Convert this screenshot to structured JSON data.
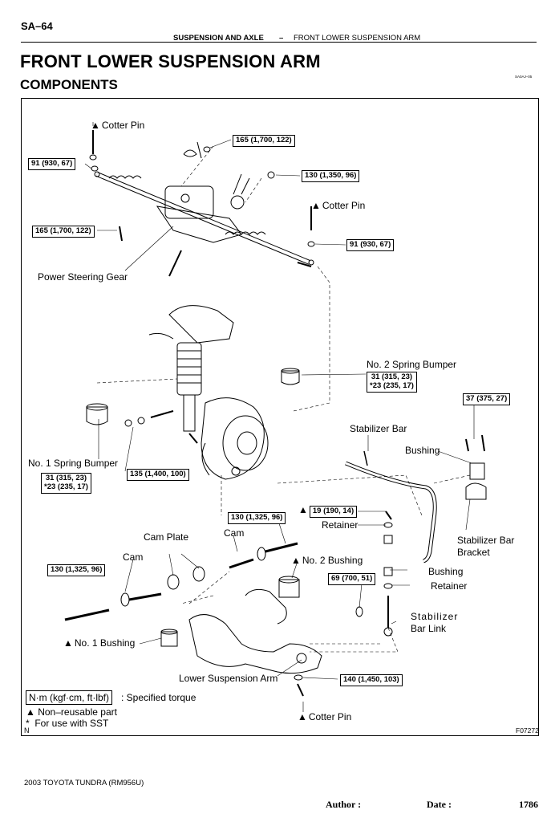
{
  "header": {
    "page_code": "SA–64",
    "section": "SUSPENSION AND AXLE",
    "separator": "–",
    "subsection": "FRONT LOWER SUSPENSION ARM"
  },
  "title": "FRONT LOWER SUSPENSION ARM",
  "subtitle": "COMPONENTS",
  "figure_ref_top": "SA0AJ–05",
  "labels": {
    "cotter_pin_1": "Cotter Pin",
    "cotter_pin_2": "Cotter Pin",
    "cotter_pin_3": "Cotter Pin",
    "power_steering_gear": "Power Steering Gear",
    "no2_spring_bumper": "No. 2 Spring Bumper",
    "no1_spring_bumper": "No. 1 Spring Bumper",
    "stabilizer_bar": "Stabilizer Bar",
    "bushing_top": "Bushing",
    "stabilizer_bar_bracket_1": "Stabilizer Bar",
    "stabilizer_bar_bracket_2": "Bracket",
    "retainer_1": "Retainer",
    "retainer_2": "Retainer",
    "bushing_mid": "Bushing",
    "stabilizer_bar_link_1": "Stabilizer",
    "stabilizer_bar_link_2": "Bar Link",
    "cam_plate": "Cam Plate",
    "cam_1": "Cam",
    "cam_2": "Cam",
    "no2_bushing": "No. 2 Bushing",
    "no1_bushing": "No. 1 Bushing",
    "lower_suspension_arm": "Lower Suspension Arm"
  },
  "torques": {
    "t_165_top": "165 (1,700, 122)",
    "t_91_left": "91 (930, 67)",
    "t_130_top": "130 (1,350, 96)",
    "t_165_left": "165 (1,700, 122)",
    "t_91_right": "91 (930, 67)",
    "t_31_right_1": "31 (315, 23)",
    "t_31_right_2": "*23 (235, 17)",
    "t_37": "37 (375, 27)",
    "t_31_left_1": "31 (315, 23)",
    "t_31_left_2": "*23 (235, 17)",
    "t_135": "135 (1,400, 100)",
    "t_130_cam": "130 (1,325, 96)",
    "t_19": "19 (190, 14)",
    "t_130_left": "130 (1,325, 96)",
    "t_69": "69 (700, 51)",
    "t_140": "140 (1,450, 103)"
  },
  "legend": {
    "unit_box": "N·m (kgf·cm, ft·lbf)",
    "specified": ": Specified torque",
    "non_reusable": "Non–reusable part",
    "sst": "For use with SST",
    "n_mark": "N"
  },
  "figure_id": "F07272",
  "footer": {
    "model": "2003 TOYOTA TUNDRA   (RM956U)",
    "author": "Author :",
    "date": "Date :",
    "page": "1786"
  },
  "icons": [
    "non-reusable-triangle-icon",
    "sst-asterisk-icon"
  ]
}
